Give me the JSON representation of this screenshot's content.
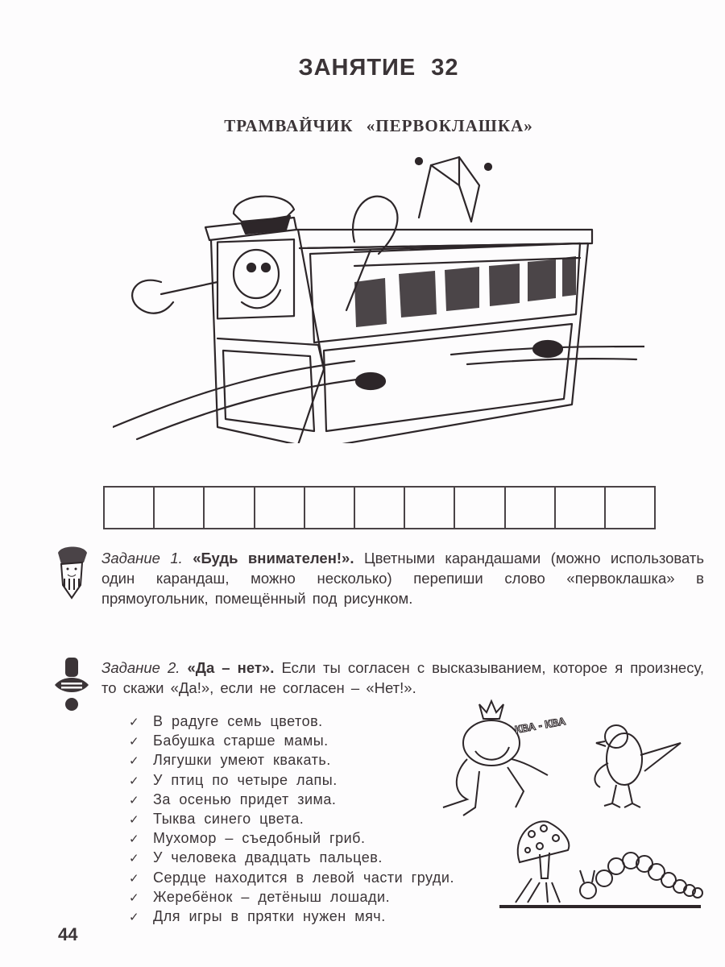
{
  "page": {
    "lesson_title": "ЗАНЯТИЕ  32",
    "subtitle": "ТРАМВАЙЧИК  «ПЕРВОКЛАШКА»",
    "page_number": "44"
  },
  "illustrations": {
    "tram": "tram-character-illustration",
    "frog_bird": "frog-and-bird-illustration",
    "frog_speech": "КВА - КВА",
    "mushroom": "mushroom-and-caterpillar-illustration"
  },
  "answer_grid": {
    "cells": 11
  },
  "task1": {
    "icon": "pencil-character-icon",
    "label": "Задание 1.",
    "title": "«Будь внимателен!».",
    "text": "Цветными карандашами (можно использовать один карандаш, можно несколько) перепиши слово «первоклашка» в прямоугольник, помещённый под рисунком."
  },
  "task2": {
    "icon": "exclamation-mouth-icon",
    "label": "Задание 2.",
    "title": "«Да – нет».",
    "text": "Если ты согласен с высказыванием, которое я произнесу, то скажи «Да!», если не согласен – «Нет!».",
    "statements": [
      "В радуге семь цветов.",
      "Бабушка старше мамы.",
      "Лягушки умеют квакать.",
      "У птиц по четыре лапы.",
      "За осенью придет зима.",
      "Тыква синего цвета.",
      "Мухомор – съедобный гриб.",
      "У человека двадцать пальцев.",
      "Сердце находится в левой части груди.",
      "Жеребёнок – детёныш лошади.",
      "Для игры в прятки нужен мяч."
    ],
    "check_glyph": "✓"
  }
}
